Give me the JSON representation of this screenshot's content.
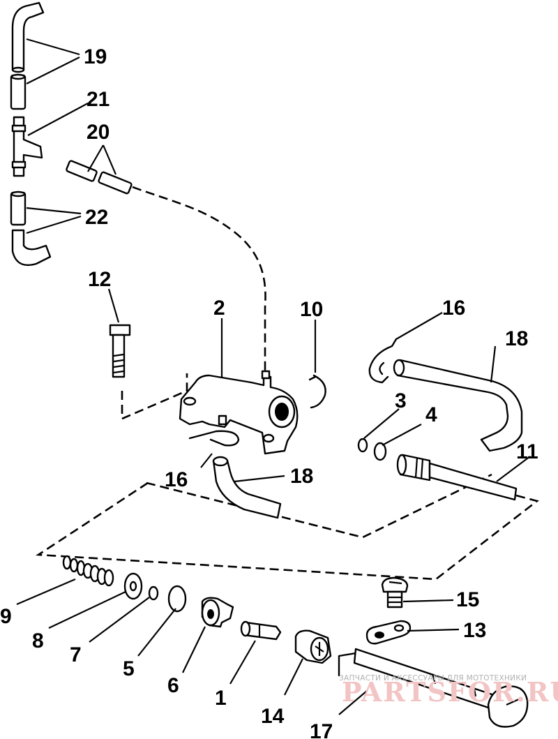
{
  "callouts": {
    "c1": "1",
    "c2": "2",
    "c3": "3",
    "c4": "4",
    "c5": "5",
    "c6": "6",
    "c7": "7",
    "c8": "8",
    "c9": "9",
    "c10": "10",
    "c11": "11",
    "c12": "12",
    "c13": "13",
    "c14": "14",
    "c15": "15",
    "c16a": "16",
    "c16b": "16",
    "c17": "17",
    "c18a": "18",
    "c18b": "18",
    "c19": "19",
    "c20": "20",
    "c21": "21",
    "c22": "22"
  },
  "watermark": {
    "tagline": "ЗАПЧАСТИ И АКСЕССУАРЫ ДЛЯ МОТОТЕХНИКИ",
    "site": "PARTSFOR.RU"
  }
}
